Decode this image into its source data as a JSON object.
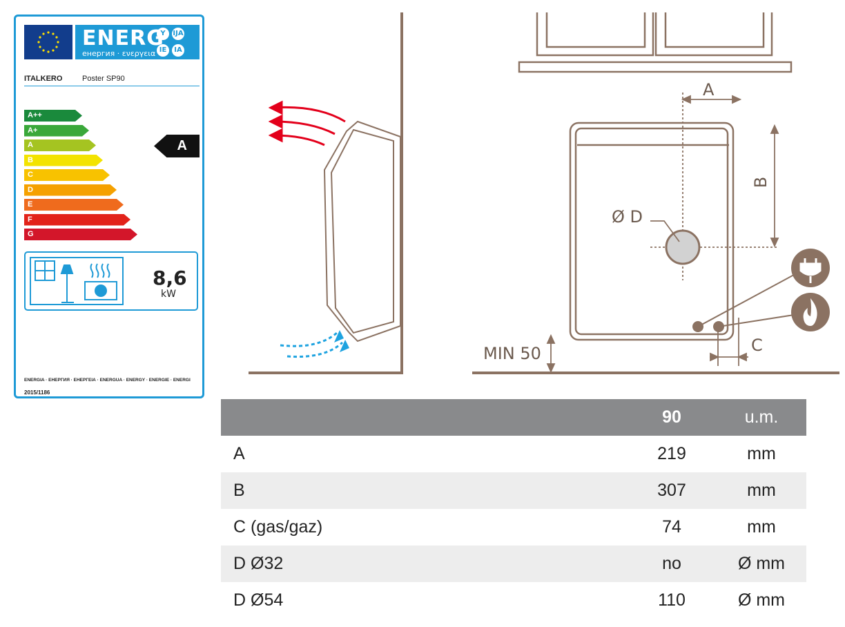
{
  "energy_label": {
    "title": "ENERG",
    "subtitle": "енергия · ενεργεια",
    "languages": [
      "Y",
      "IJA",
      "IE",
      "IA"
    ],
    "supplier": "ITALKERO",
    "model": "Poster SP90",
    "scale": [
      "A++",
      "A+",
      "A",
      "B",
      "C",
      "D",
      "E",
      "F",
      "G"
    ],
    "scale_colors": [
      "#1a8a3c",
      "#3aa83a",
      "#a5c421",
      "#f3e300",
      "#f8c200",
      "#f5a100",
      "#ef6b1d",
      "#e2231a",
      "#d3162a"
    ],
    "energy_class": "A",
    "power_value": "8,6",
    "power_unit": "kW",
    "footer": "ENERGIA · ЕНЕРГИЯ · ЕНЕРГЕІА · ENERGUA · ENERGY · ENERGIE · ENERGI",
    "regulation": "2015/1186"
  },
  "diagram": {
    "labels": {
      "a": "A",
      "b": "B",
      "c": "C",
      "d": "Ø D",
      "min": "MIN 50"
    },
    "icons": [
      "plug-icon",
      "flame-icon"
    ],
    "colors": {
      "line": "#8b7262",
      "hot_air": "#e3001b",
      "cold_air": "#1ea3e0"
    }
  },
  "table": {
    "header": {
      "label": "",
      "model": "90",
      "unit": "u.m."
    },
    "rows": [
      {
        "label": "A",
        "value": "219",
        "unit": "mm"
      },
      {
        "label": "B",
        "value": "307",
        "unit": "mm"
      },
      {
        "label": "C (gas/gaz)",
        "value": "74",
        "unit": "mm"
      },
      {
        "label": "D  Ø32",
        "value": "no",
        "unit": "Ø mm"
      },
      {
        "label": "D  Ø54",
        "value": "110",
        "unit": "Ø mm"
      }
    ]
  }
}
